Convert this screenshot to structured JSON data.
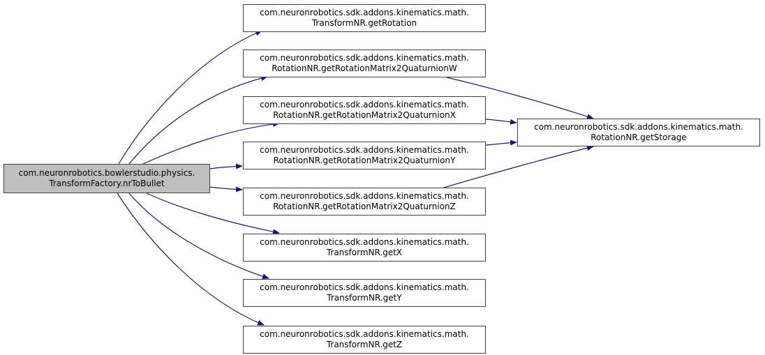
{
  "diagram": {
    "type": "call-graph",
    "edge_color": "#191970",
    "root": {
      "id": "root",
      "line1": "com.neuronrobotics.bowlerstudio.physics.",
      "line2": "TransformFactory.nrToBullet",
      "fill": "#bfbfbf"
    },
    "nodes": [
      {
        "id": "getRotation",
        "line1": "com.neuronrobotics.sdk.addons.kinematics.math.",
        "line2": "TransformNR.getRotation"
      },
      {
        "id": "quatW",
        "line1": "com.neuronrobotics.sdk.addons.kinematics.math.",
        "line2": "RotationNR.getRotationMatrix2QuaturnionW"
      },
      {
        "id": "quatX",
        "line1": "com.neuronrobotics.sdk.addons.kinematics.math.",
        "line2": "RotationNR.getRotationMatrix2QuaturnionX"
      },
      {
        "id": "quatY",
        "line1": "com.neuronrobotics.sdk.addons.kinematics.math.",
        "line2": "RotationNR.getRotationMatrix2QuaturnionY"
      },
      {
        "id": "quatZ",
        "line1": "com.neuronrobotics.sdk.addons.kinematics.math.",
        "line2": "RotationNR.getRotationMatrix2QuaturnionZ"
      },
      {
        "id": "getX",
        "line1": "com.neuronrobotics.sdk.addons.kinematics.math.",
        "line2": "TransformNR.getX"
      },
      {
        "id": "getY",
        "line1": "com.neuronrobotics.sdk.addons.kinematics.math.",
        "line2": "TransformNR.getY"
      },
      {
        "id": "getZ",
        "line1": "com.neuronrobotics.sdk.addons.kinematics.math.",
        "line2": "TransformNR.getZ"
      },
      {
        "id": "getStorage",
        "line1": "com.neuronrobotics.sdk.addons.kinematics.math.",
        "line2": "RotationNR.getStorage"
      }
    ],
    "edges": [
      {
        "from": "root",
        "to": "getRotation"
      },
      {
        "from": "root",
        "to": "quatW"
      },
      {
        "from": "root",
        "to": "quatX"
      },
      {
        "from": "root",
        "to": "quatY"
      },
      {
        "from": "root",
        "to": "quatZ"
      },
      {
        "from": "root",
        "to": "getX"
      },
      {
        "from": "root",
        "to": "getY"
      },
      {
        "from": "root",
        "to": "getZ"
      },
      {
        "from": "quatW",
        "to": "getStorage"
      },
      {
        "from": "quatX",
        "to": "getStorage"
      },
      {
        "from": "quatY",
        "to": "getStorage"
      },
      {
        "from": "quatZ",
        "to": "getStorage"
      }
    ]
  }
}
